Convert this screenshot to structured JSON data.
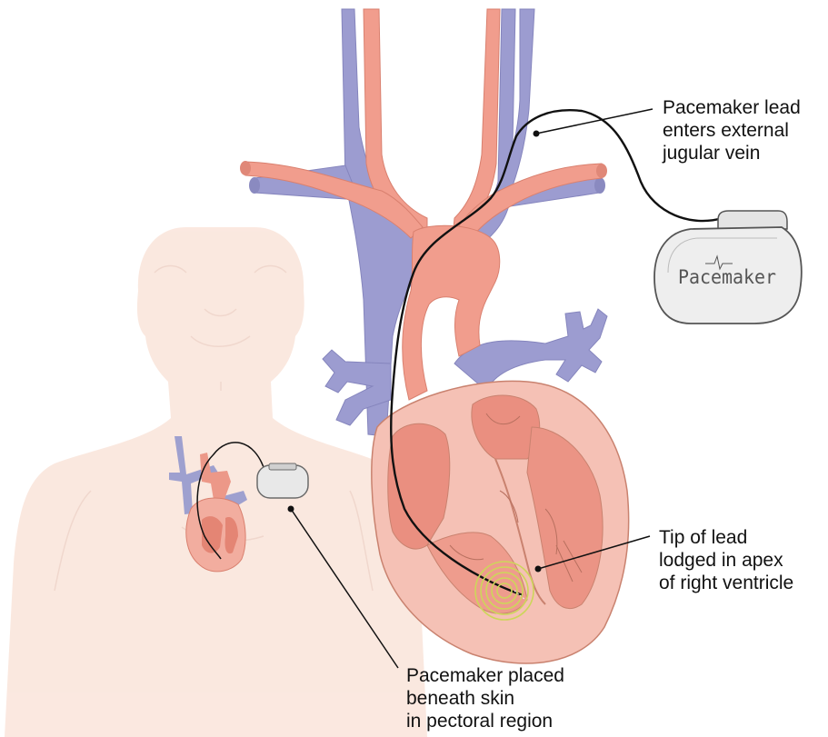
{
  "colors": {
    "vein": "#9b9bd0",
    "artery": "#f09c8c",
    "heart_fill": "#f3b2a6",
    "heart_inner": "#e88e80",
    "body": "#f7d7c9",
    "device": "#e6e6e6",
    "lead": "#111111",
    "pulse": "#cfd85a"
  },
  "device": {
    "brand": "Pacemaker"
  },
  "labels": {
    "lead_entry": [
      "Pacemaker lead",
      "enters external",
      "jugular vein"
    ],
    "lead_tip": [
      "Tip of lead",
      "lodged in apex",
      "of right ventricle"
    ],
    "placement": [
      "Pacemaker placed",
      "beneath skin",
      "in pectoral region"
    ]
  }
}
